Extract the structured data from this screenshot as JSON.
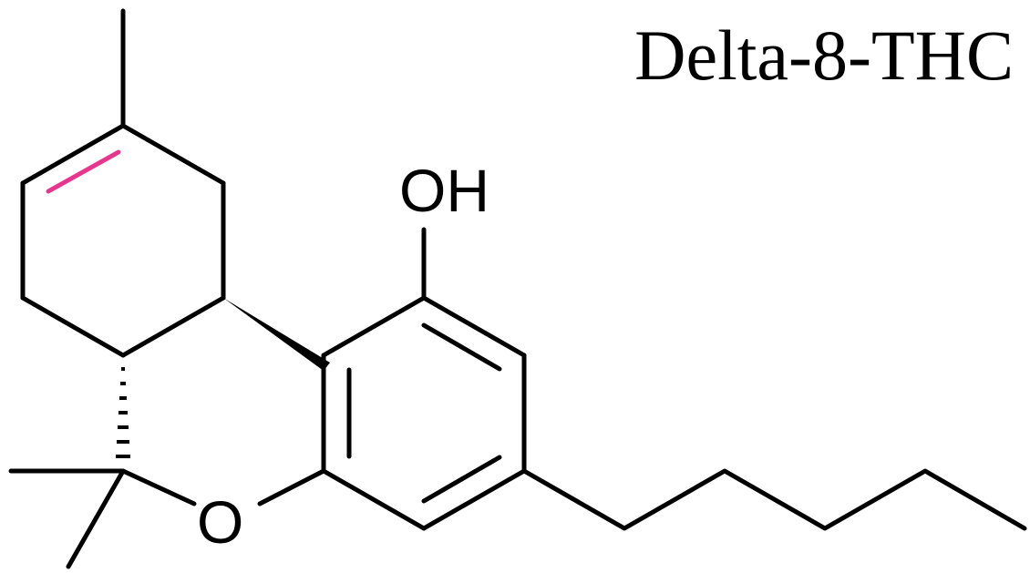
{
  "title": "Delta-8-THC",
  "atoms": {
    "hydroxyl": "OH",
    "ring_oxygen": "O"
  },
  "colors": {
    "bond": "#000000",
    "highlighted_double_bond": "#e8368f",
    "background": "#ffffff"
  }
}
